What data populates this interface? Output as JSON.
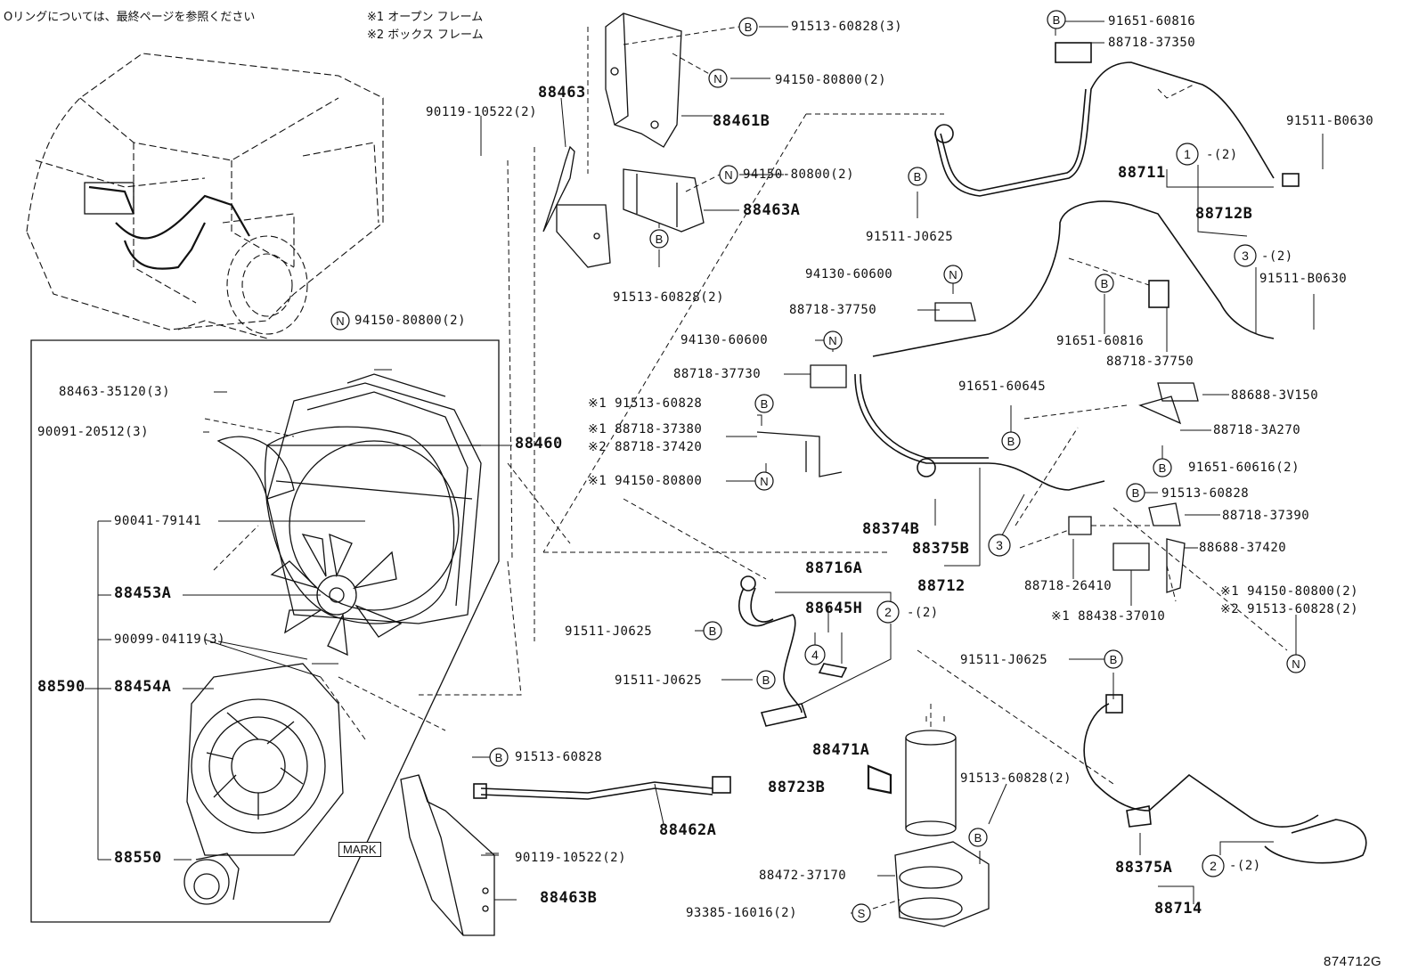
{
  "notes": {
    "oring": "Oリングについては、最終ページを参照ください",
    "frame1": "※1 オープン フレーム",
    "frame2": "※2 ボックス フレーム"
  },
  "figure_id": "874712G",
  "mark_label": "MARK",
  "parts": {
    "p91513_60828_3": "91513-60828(3)",
    "p94150_80800_2a": "94150-80800(2)",
    "p88463": "88463",
    "p90119_10522_2a": "90119-10522(2)",
    "p88461B": "88461B",
    "p94150_80800_2b": "94150-80800(2)",
    "p88463A": "88463A",
    "p91513_60828_2": "91513-60828(2)",
    "p91651_60816a": "91651-60816",
    "p88718_37350": "88718-37350",
    "p91511_B0630a": "91511-B0630",
    "p88711": "88711",
    "p91511_J0625a": "91511-J0625",
    "p88712B": "88712B",
    "p94130_60600a": "94130-60600",
    "p88718_37750a": "88718-37750",
    "p91511_B0630b": "91511-B0630",
    "p91651_60816b": "91651-60816",
    "p88718_37750b": "88718-37750",
    "p94150_80800_2c": "94150-80800(2)",
    "p88463_35120": "88463-35120(3)",
    "p90091_20512": "90091-20512(3)",
    "p88460": "88460",
    "p94130_60600b": "94130-60600",
    "p88718_37730": "88718-37730",
    "p91651_60645": "91651-60645",
    "p88688_3V150": "88688-3V150",
    "p91513_60828_s1": "※1 91513-60828",
    "p88718_37380": "※1 88718-37380",
    "p88718_37420": "※2 88718-37420",
    "p88718_3A270": "88718-3A270",
    "p94150_80800_s1": "※1 94150-80800",
    "p91651_60616": "91651-60616(2)",
    "p91513_60828b": "91513-60828",
    "p88718_37390": "88718-37390",
    "p90041_79141": "90041-79141",
    "p88374B": "88374B",
    "p88375B": "88375B",
    "p88688_37420": "88688-37420",
    "p88712": "88712",
    "p88716A": "88716A",
    "p88718_26410": "88718-26410",
    "p88453A": "88453A",
    "p88645H": "88645H",
    "p94150_80800_s1_2": "※1 94150-80800(2)",
    "p91513_60828_s2_2": "※2 91513-60828(2)",
    "p88438_37010": "※1 88438-37010",
    "p91511_J0625b": "91511-J0625",
    "p90099_04119": "90099-04119(3)",
    "p91511_J0625c": "91511-J0625",
    "p91511_J0625d": "91511-J0625",
    "p88590": "88590",
    "p88454A": "88454A",
    "p91513_60828c": "91513-60828",
    "p88471A": "88471A",
    "p88723B": "88723B",
    "p91513_60828_2b": "91513-60828(2)",
    "p88462A": "88462A",
    "p88550": "88550",
    "p90119_10522_2b": "90119-10522(2)",
    "p88375A": "88375A",
    "p88472_37170": "88472-37170",
    "p88714": "88714",
    "p88463B": "88463B",
    "p93385_16016": "93385-16016(2)",
    "qty2": "-(2)"
  },
  "callouts": {
    "B": "B",
    "N": "N",
    "S": "S",
    "c1": "1",
    "c2": "2",
    "c3": "3",
    "c4": "4"
  }
}
